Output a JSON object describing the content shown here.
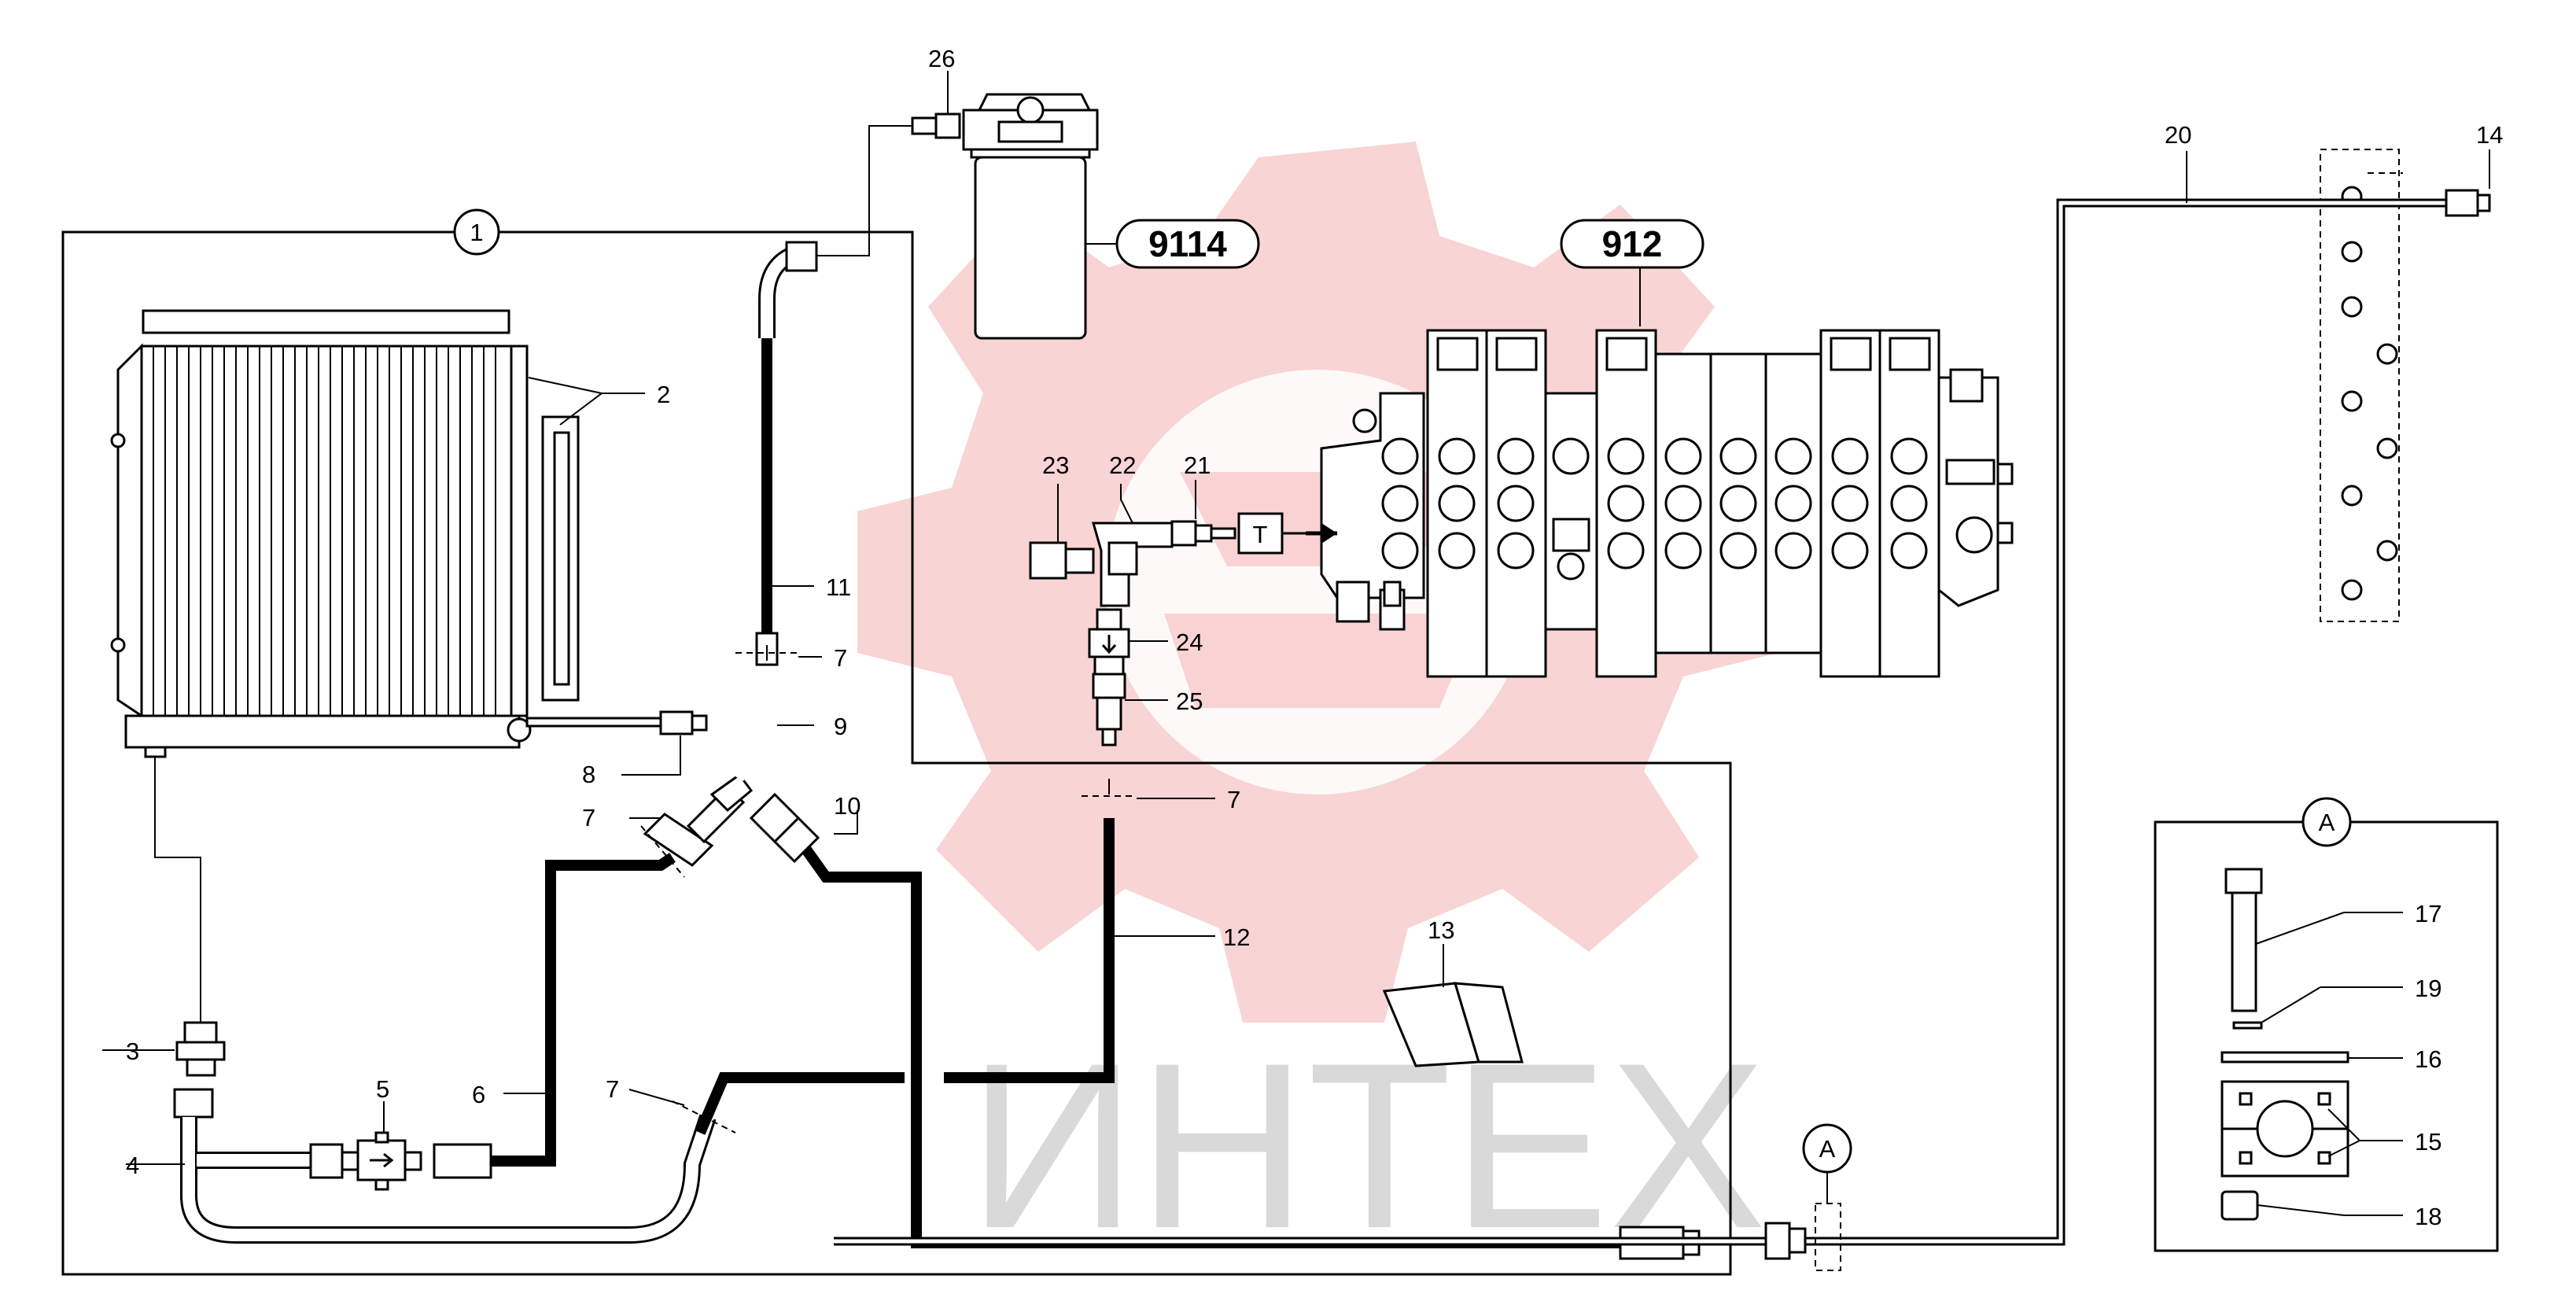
{
  "diagram": {
    "watermark_text": "ИНТЕХ",
    "reference_badges": [
      "9114",
      "912"
    ],
    "detail_marker": "A",
    "group_marker": "1",
    "port_label": "T",
    "callouts": [
      "1",
      "2",
      "3",
      "4",
      "5",
      "6",
      "7",
      "8",
      "9",
      "10",
      "11",
      "12",
      "13",
      "14",
      "15",
      "16",
      "17",
      "18",
      "19",
      "20",
      "21",
      "22",
      "23",
      "24",
      "25",
      "26"
    ],
    "colors": {
      "line": "#000000",
      "watermark_gear": "#f7c6c6",
      "watermark_text": "#d9d9d9",
      "background": "#ffffff"
    }
  }
}
